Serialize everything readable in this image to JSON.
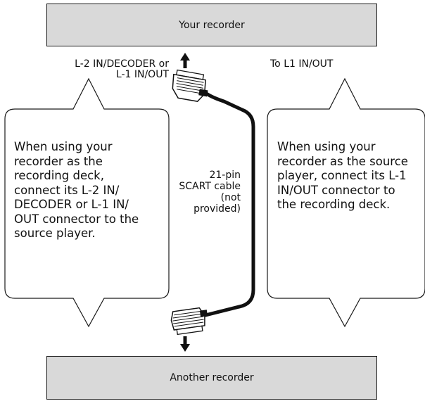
{
  "top_box": {
    "label": "Your recorder"
  },
  "bottom_box": {
    "label": "Another recorder"
  },
  "left_connector_label": [
    "L-2 IN/DECODER or",
    "L-1 IN/OUT"
  ],
  "right_connector_label": "To L1 IN/OUT",
  "cable_label": [
    "21-pin",
    "SCART cable",
    "(not",
    "provided)"
  ],
  "left_bubble_text": [
    "When using your",
    "recorder as the",
    "recording deck,",
    "connect its L-2 IN/",
    "DECODER or L-1 IN/",
    "OUT connector to the",
    "source player."
  ],
  "right_bubble_text": [
    "When using your",
    "recorder as the source",
    "player, connect its L-1",
    "IN/OUT connector to",
    "the recording deck."
  ],
  "colors": {
    "box_fill": "#d9d9d9",
    "stroke": "#1a1a1a"
  }
}
